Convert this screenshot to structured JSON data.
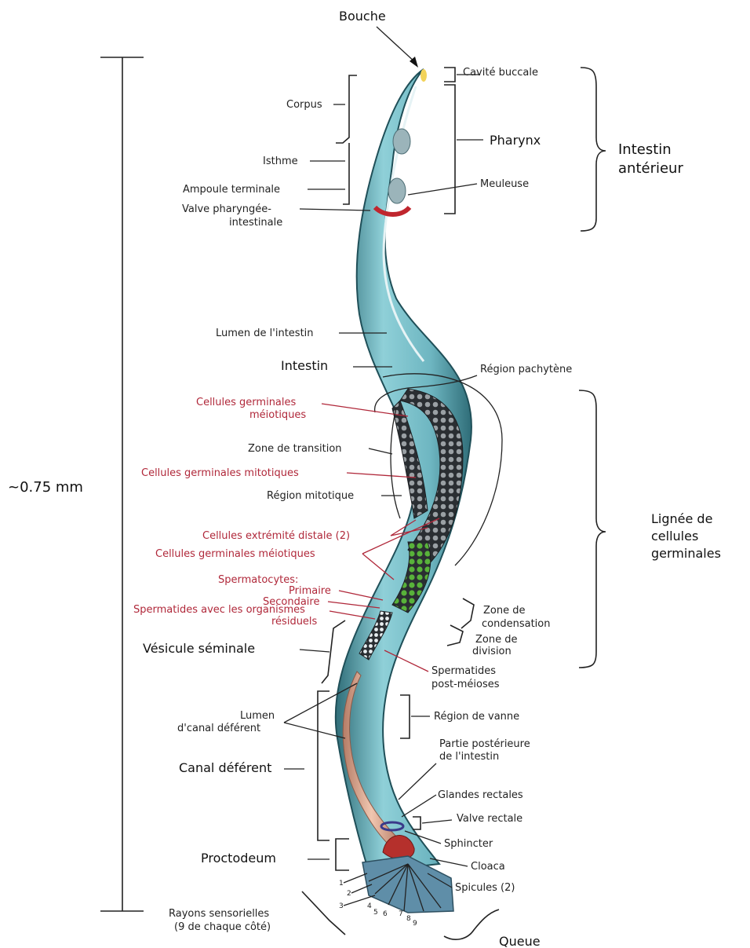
{
  "labels": {
    "bouche": "Bouche",
    "scale": "~0.75 mm",
    "corpus": "Corpus",
    "isthme": "Isthme",
    "ampoule": "Ampoule terminale",
    "valve_phar_1": "Valve pharyngée-",
    "valve_phar_2": "intestinale",
    "cavite": "Cavité buccale",
    "pharynx": "Pharynx",
    "meuleuse": "Meuleuse",
    "intestin_ant_1": "Intestin",
    "intestin_ant_2": "antérieur",
    "lumen_intestin": "Lumen de l'intestin",
    "intestin": "Intestin",
    "region_pachytene": "Région pachytène",
    "cg_meiotiques_1a": "Cellules germinales",
    "cg_meiotiques_1b": "méiotiques",
    "zone_transition": "Zone de transition",
    "cg_mitotiques": "Cellules germinales mitotiques",
    "region_mitotique": "Région mitotique",
    "cell_distale": "Cellules extrémité distale (2)",
    "cg_meiotiques_2": "Cellules germinales méiotiques",
    "spermatocytes": "Spermatocytes:",
    "primaire": "Primaire",
    "secondaire": "Secondaire",
    "spermatides_org_1": "Spermatides avec les organismes",
    "spermatides_org_2": "résiduels",
    "lignee_1": "Lignée de",
    "lignee_2": "cellules",
    "lignee_3": "germinales",
    "zone_cond_1": "Zone de",
    "zone_cond_2": "condensation",
    "zone_div_1": "Zone de",
    "zone_div_2": "division",
    "vesicule": "Vésicule séminale",
    "spermatides_post_1": "Spermatides",
    "spermatides_post_2": "post-méioses",
    "lumen_canal_1": "Lumen",
    "lumen_canal_2": "d'canal déférent",
    "region_vanne": "Région de vanne",
    "canal_deferent": "Canal déférent",
    "partie_post_1": "Partie postérieure",
    "partie_post_2": "de l'intestin",
    "glandes": "Glandes rectales",
    "valve_rectale": "Valve rectale",
    "sphincter": "Sphincter",
    "proctodeum": "Proctodeum",
    "cloaca": "Cloaca",
    "spicules": "Spicules (2)",
    "rayons_1": "Rayons sensorielles",
    "rayons_2": "(9 de chaque côté)",
    "queue": "Queue",
    "ray_numbers": [
      "1",
      "2",
      "3",
      "4",
      "5",
      "6",
      "7",
      "8",
      "9"
    ]
  },
  "colors": {
    "body_outer": "#8fcfd6",
    "body_inner": "#3f7f8c",
    "canal": "#d9a58e",
    "valve": "#c0262e",
    "germ_dark": "#2a2e32",
    "spermatocyte_green": "#58b23a",
    "label_red": "#b0283a"
  }
}
